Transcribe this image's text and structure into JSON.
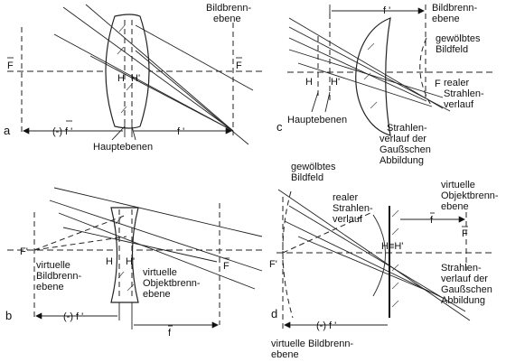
{
  "panels": {
    "a": {
      "panel_letter": "a",
      "label_bildbrennebene": [
        "Bildbrenn-",
        "ebene"
      ],
      "label_f_left": "F",
      "label_f_right": "F",
      "label_h": "H",
      "label_h_prime": "H'",
      "label_focal_left": "(-) f '",
      "label_focal_right": "f '",
      "label_hauptebenen": "Hauptebenen"
    },
    "b": {
      "panel_letter": "b",
      "label_f_prime": "F'",
      "label_f_bar": "F",
      "label_h": "H",
      "label_h_prime": "H'",
      "label_virtuelle_bild": [
        "virtuelle",
        "Bildbrenn-",
        "ebene"
      ],
      "label_virtuelle_objekt": [
        "virtuelle",
        "Objektbrenn-",
        "ebene"
      ],
      "label_focal_left": "(-) f '",
      "label_focal_right": "f"
    },
    "c": {
      "panel_letter": "c",
      "label_focal_top": "f '",
      "label_bildbrennebene": [
        "Bildbrenn-",
        "ebene"
      ],
      "label_gewoelbtes": [
        "gewölbtes",
        "Bildfeld"
      ],
      "label_realer": [
        "realer",
        "Strahlen-",
        "verlauf"
      ],
      "label_strahlen_gauss": [
        "Strahlen-",
        "verlauf der",
        "Gaußschen",
        "Abbildung"
      ],
      "label_h": "H",
      "label_h_prime": "H'",
      "label_f": "F",
      "label_hauptebenen": "Hauptebenen"
    },
    "d": {
      "panel_letter": "d",
      "label_gewoelbtes": [
        "gewölbtes",
        "Bildfeld"
      ],
      "label_realer": [
        "realer",
        "Strahlen-",
        "verlauf"
      ],
      "label_virtuelle_objekt": [
        "virtuelle",
        "Objektbrenn-",
        "ebene"
      ],
      "label_focal_top": "f",
      "label_hh": "H≡H'",
      "label_f_prime": "F'",
      "label_f_bar": "F",
      "label_strahlen_gauss": [
        "Strahlen-",
        "verlauf der",
        "Gaußschen",
        "Abbildung"
      ],
      "label_focal_bottom": "(-) f '",
      "label_virtuelle_bild": [
        "virtuelle Bildbrenn-",
        "ebene"
      ]
    }
  }
}
